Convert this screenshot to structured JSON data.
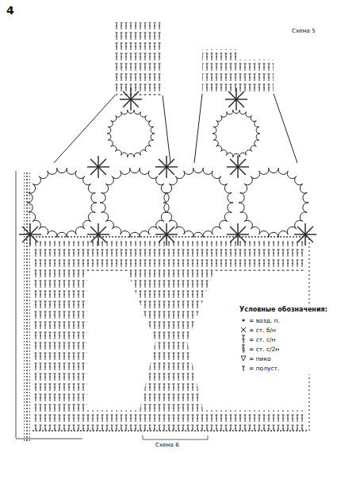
{
  "diagram": {
    "labels": [
      "4",
      "Схема 5",
      "Схема 6",
      "Условные обозначения:"
    ],
    "legend": [
      {
        "text": "= возд. п."
      },
      {
        "text": "= ст. б/н"
      },
      {
        "text": "= ст. с/н"
      },
      {
        "text": "= ст. с/2н"
      },
      {
        "text": "= пико"
      },
      {
        "text": "= полуст."
      }
    ]
  }
}
